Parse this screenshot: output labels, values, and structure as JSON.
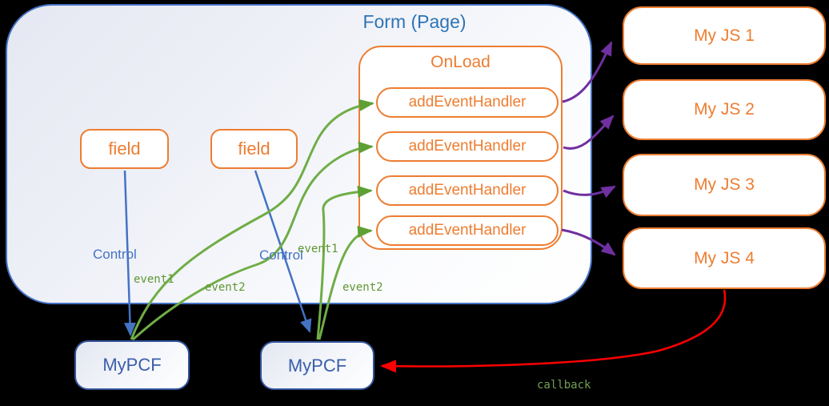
{
  "form": {
    "title": "Form (Page)"
  },
  "fields": [
    {
      "label": "field"
    },
    {
      "label": "field"
    }
  ],
  "onload": {
    "title": "OnLoad",
    "handlers": [
      {
        "label": "addEventHandler"
      },
      {
        "label": "addEventHandler"
      },
      {
        "label": "addEventHandler"
      },
      {
        "label": "addEventHandler"
      }
    ]
  },
  "myjs": [
    {
      "label": "My JS 1"
    },
    {
      "label": "My JS 2"
    },
    {
      "label": "My JS 3"
    },
    {
      "label": "My JS 4"
    }
  ],
  "mypcf": [
    {
      "label": "MyPCF"
    },
    {
      "label": "MyPCF"
    }
  ],
  "edge_labels": {
    "control_1": "Control",
    "control_2": "Control",
    "event1_pcf1": "event1",
    "event2_pcf1": "event2",
    "event1_pcf2": "event1",
    "event2_pcf2": "event2",
    "callback": "callback"
  },
  "colors": {
    "node_orange": "#ED7D31",
    "blue": "#4472C4",
    "title_blue": "#2E74B5",
    "green": "#70AD47",
    "purple": "#7030A0",
    "red": "#FF0000",
    "background": "#000000"
  }
}
